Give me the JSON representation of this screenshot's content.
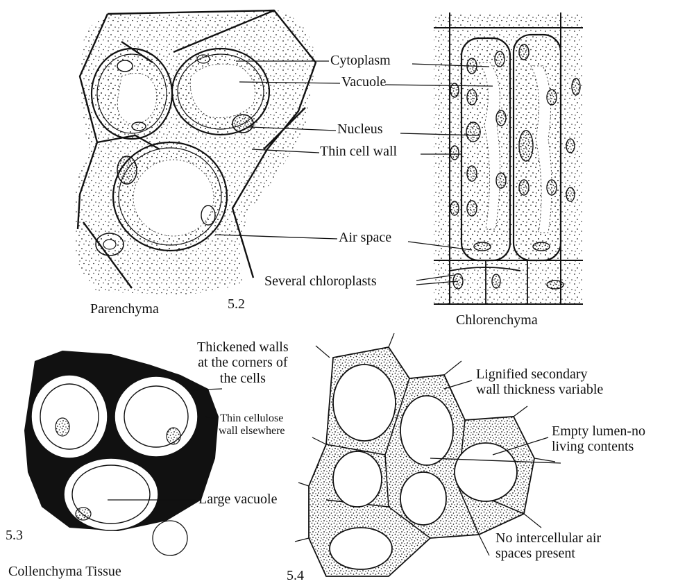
{
  "figure_5_2": {
    "number": "5.2",
    "parenchyma": {
      "caption": "Parenchyma",
      "labels": {
        "cytoplasm": "Cytoplasm",
        "vacuole": "Vacuole",
        "nucleus": "Nucleus",
        "thin_cell_wall": "Thin cell wall",
        "air_space": "Air space"
      }
    },
    "chlorenchyma": {
      "caption": "Chlorenchyma",
      "labels": {
        "several_chloroplasts": "Several chloroplasts"
      }
    }
  },
  "figure_5_3": {
    "number": "5.3",
    "caption": "Collenchyma Tissue",
    "labels": {
      "thickened_walls": [
        "Thickened walls",
        "at the corners of",
        "the cells"
      ],
      "thin_cellulose_wall": [
        "Thin cellulose",
        "wall elsewhere"
      ],
      "large_vacuole": "Large vacuole"
    }
  },
  "figure_5_4": {
    "number": "5.4",
    "labels": {
      "lignified_wall": [
        "Lignified secondary",
        "wall thickness variable"
      ],
      "empty_lumen": [
        "Empty lumen-no",
        "living contents"
      ],
      "no_air_spaces": [
        "No intercellular air",
        "spaces present"
      ]
    }
  },
  "colors": {
    "ink": "#111111",
    "background": "#ffffff"
  }
}
